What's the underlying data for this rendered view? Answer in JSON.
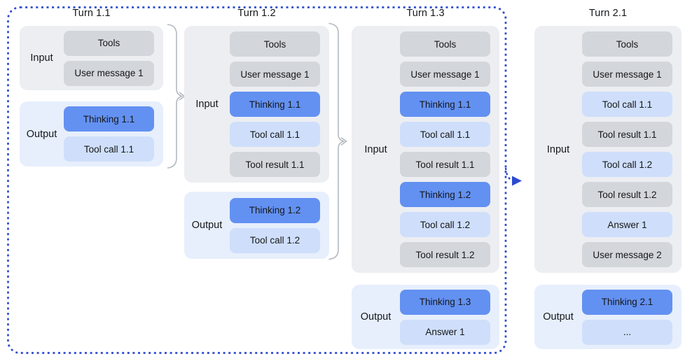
{
  "palette": {
    "context_box": "#d3d6da",
    "thinking_box": "#6391f2",
    "model_box": "#cfdffb",
    "input_section_bg": "#eceef2",
    "output_section_bg": "#e7effc",
    "dashed_border_blue": "#2d4bd0",
    "bracket_gray": "#b4b9c0",
    "text": "#15171a"
  },
  "columns": [
    {
      "title": "Turn 1.1",
      "input": {
        "label": "Input",
        "boxes": [
          {
            "text": "Tools",
            "kind": "context"
          },
          {
            "text": "User message 1",
            "kind": "context"
          }
        ]
      },
      "output": {
        "label": "Output",
        "boxes": [
          {
            "text": "Thinking 1.1",
            "kind": "thinking"
          },
          {
            "text": "Tool call 1.1",
            "kind": "model"
          }
        ]
      }
    },
    {
      "title": "Turn 1.2",
      "input": {
        "label": "Input",
        "boxes": [
          {
            "text": "Tools",
            "kind": "context"
          },
          {
            "text": "User message 1",
            "kind": "context"
          },
          {
            "text": "Thinking 1.1",
            "kind": "thinking"
          },
          {
            "text": "Tool call 1.1",
            "kind": "model"
          },
          {
            "text": "Tool result 1.1",
            "kind": "context"
          }
        ]
      },
      "output": {
        "label": "Output",
        "boxes": [
          {
            "text": "Thinking 1.2",
            "kind": "thinking"
          },
          {
            "text": "Tool call 1.2",
            "kind": "model"
          }
        ]
      }
    },
    {
      "title": "Turn 1.3",
      "input": {
        "label": "Input",
        "boxes": [
          {
            "text": "Tools",
            "kind": "context"
          },
          {
            "text": "User message 1",
            "kind": "context"
          },
          {
            "text": "Thinking 1.1",
            "kind": "thinking"
          },
          {
            "text": "Tool call 1.1",
            "kind": "model"
          },
          {
            "text": "Tool result 1.1",
            "kind": "context"
          },
          {
            "text": "Thinking 1.2",
            "kind": "thinking"
          },
          {
            "text": "Tool call 1.2",
            "kind": "model"
          },
          {
            "text": "Tool result 1.2",
            "kind": "context"
          }
        ]
      },
      "output": {
        "label": "Output",
        "boxes": [
          {
            "text": "Thinking 1.3",
            "kind": "thinking"
          },
          {
            "text": "Answer 1",
            "kind": "model"
          }
        ]
      }
    },
    {
      "title": "Turn 2.1",
      "input": {
        "label": "Input",
        "boxes": [
          {
            "text": "Tools",
            "kind": "context"
          },
          {
            "text": "User message 1",
            "kind": "context"
          },
          {
            "text": "Tool call 1.1",
            "kind": "model"
          },
          {
            "text": "Tool result 1.1",
            "kind": "context"
          },
          {
            "text": "Tool call 1.2",
            "kind": "model"
          },
          {
            "text": "Tool result 1.2",
            "kind": "context"
          },
          {
            "text": "Answer 1",
            "kind": "model"
          },
          {
            "text": "User message 2",
            "kind": "context"
          }
        ]
      },
      "output": {
        "label": "Output",
        "boxes": [
          {
            "text": "Thinking 2.1",
            "kind": "thinking"
          },
          {
            "text": "...",
            "kind": "model"
          }
        ]
      }
    }
  ]
}
